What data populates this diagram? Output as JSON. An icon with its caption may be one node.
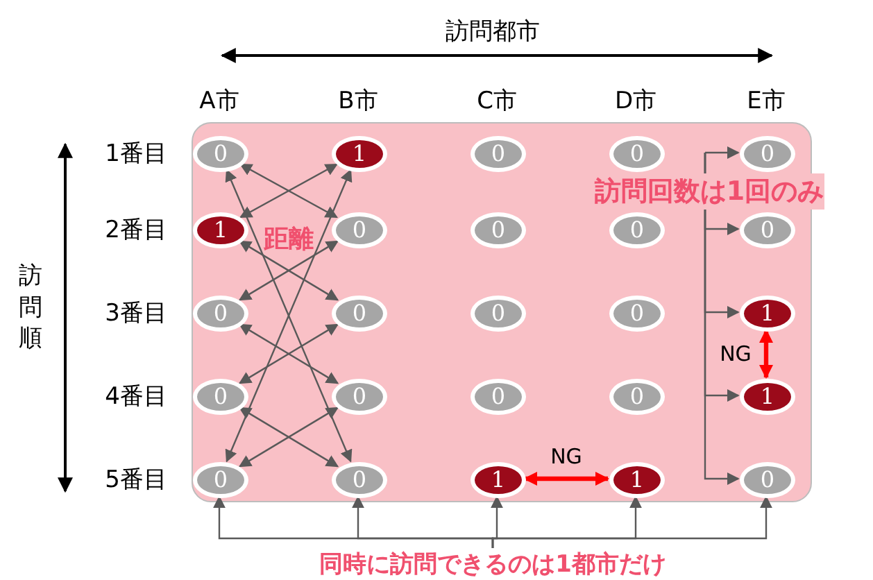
{
  "diagram": {
    "nodes": [
      {
        "text": [],
        "shape": "box"
      },
      {
        "text": [
          "0"
        ],
        "in": 0
      },
      {
        "text": [
          "1"
        ],
        "in": 0
      },
      {
        "text": [
          "0"
        ],
        "in": 0
      },
      {
        "text": [
          "0"
        ],
        "in": 0
      },
      {
        "text": [
          "0"
        ],
        "in": 0
      },
      {
        "text": [
          "1"
        ],
        "in": 0
      },
      {
        "text": [
          "0"
        ],
        "in": 0
      },
      {
        "text": [
          "0"
        ],
        "in": 0
      },
      {
        "text": [
          "0"
        ],
        "in": 0
      },
      {
        "text": [
          "0"
        ],
        "in": 0
      },
      {
        "text": [
          "0"
        ],
        "in": 0
      },
      {
        "text": [
          "0"
        ],
        "in": 0
      },
      {
        "text": [
          "0"
        ],
        "in": 0
      },
      {
        "text": [
          "0"
        ],
        "in": 0
      },
      {
        "text": [
          "1"
        ],
        "in": 0
      },
      {
        "text": [
          "0"
        ],
        "in": 0
      },
      {
        "text": [
          "0"
        ],
        "in": 0
      },
      {
        "text": [
          "0"
        ],
        "in": 0
      },
      {
        "text": [
          "0"
        ],
        "in": 0
      },
      {
        "text": [
          "1"
        ],
        "in": 0
      },
      {
        "text": [
          "0"
        ],
        "in": 0
      },
      {
        "text": [
          "0"
        ],
        "in": 0
      },
      {
        "text": [
          "1"
        ],
        "in": 0
      },
      {
        "text": [
          "1"
        ],
        "in": 0
      },
      {
        "text": [
          "0"
        ],
        "in": 0
      },
      {
        "text": [
          "同時に訪問できるのは1都市だけ"
        ]
      }
    ],
    "edges": [
      {
        "from": 1,
        "to": 22,
        "arrow": "both"
      },
      {
        "from": 2,
        "to": 21,
        "arrow": "both"
      },
      {
        "from": 1,
        "to": 7,
        "arrow": "both"
      },
      {
        "from": 2,
        "to": 6,
        "arrow": "both"
      },
      {
        "from": 6,
        "to": 12,
        "arrow": "both"
      },
      {
        "from": 7,
        "to": 11,
        "arrow": "both"
      },
      {
        "from": 11,
        "to": 17,
        "arrow": "both"
      },
      {
        "from": 12,
        "to": 16,
        "arrow": "both"
      },
      {
        "from": 16,
        "to": 22,
        "arrow": "both"
      },
      {
        "from": 17,
        "to": 21,
        "arrow": "both"
      },
      {
        "from": 23,
        "to": 24,
        "arrow": "both",
        "label": "NG",
        "style": "thick",
        "color": "#ff0000"
      },
      {
        "from": 15,
        "to": 20,
        "arrow": "both",
        "label": "NG",
        "style": "thick",
        "color": "#ff0000"
      },
      {
        "from": null,
        "to": 5,
        "arrow": "to"
      },
      {
        "from": null,
        "to": 10,
        "arrow": "to"
      },
      {
        "from": null,
        "to": 15,
        "arrow": "to"
      },
      {
        "from": null,
        "to": 20,
        "arrow": "to"
      },
      {
        "from": null,
        "to": 25,
        "arrow": "to"
      },
      {
        "from": 26,
        "to": 21,
        "arrow": "to"
      },
      {
        "from": 26,
        "to": 22,
        "arrow": "to"
      },
      {
        "from": 26,
        "to": 23,
        "arrow": "to"
      },
      {
        "from": 26,
        "to": 24,
        "arrow": "to"
      },
      {
        "from": 26,
        "to": 25,
        "arrow": "to"
      }
    ],
    "labels": [
      "訪問都市",
      "A市",
      "B市",
      "C市",
      "D市",
      "E市",
      "1番目",
      "2番目",
      "3番目",
      "4番目",
      "5番目",
      "訪問順",
      "距離",
      "訪問回数は1回のみ"
    ]
  }
}
